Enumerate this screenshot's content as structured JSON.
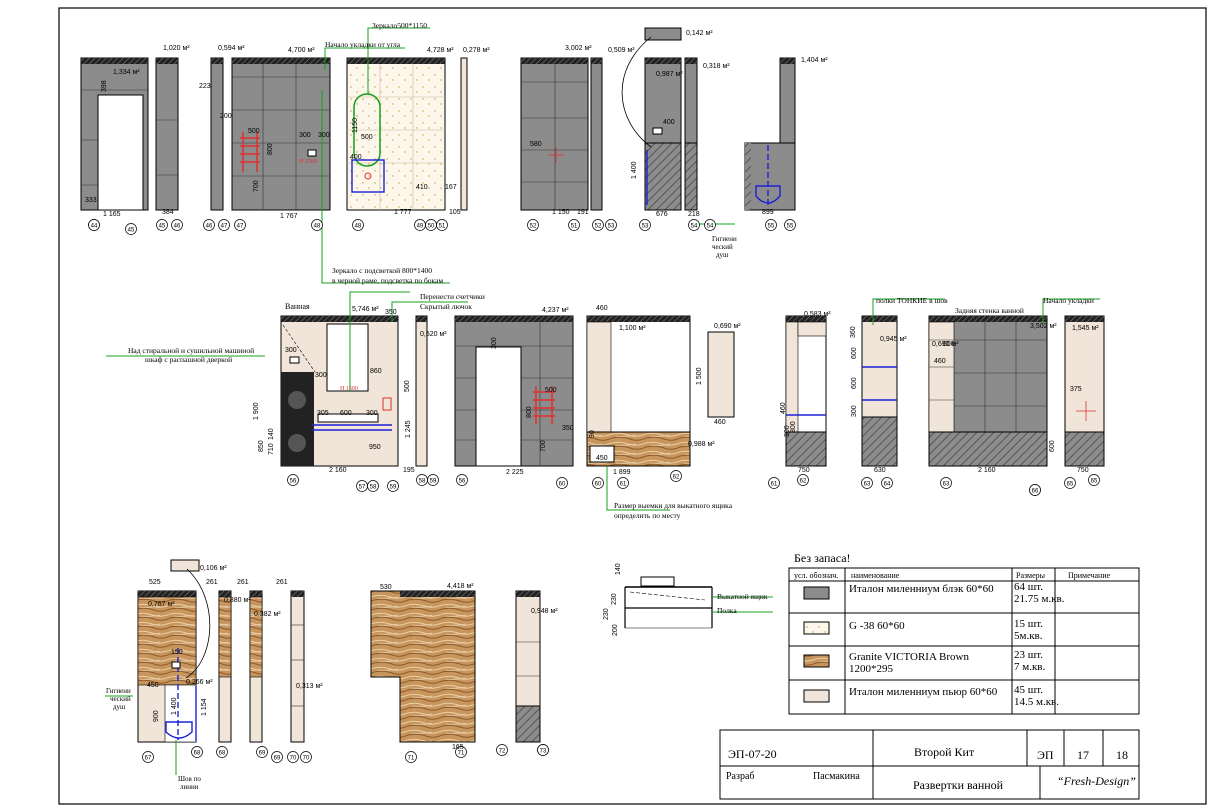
{
  "areas": {
    "r1": [
      "1,020 м²",
      "0,594 м²",
      "4,700 м²",
      "4,728 м²",
      "0,278 м²",
      "3,002 м²",
      "0,509 м²",
      "0,142 м²",
      "0,318 м²",
      "1,404 м²",
      "1,334 м²",
      "0,987 м²"
    ],
    "r2": [
      "5,746 м²",
      "0,520 м²",
      "4,237 м²",
      "1,100 м²",
      "0,690 м²",
      "0,583 м²",
      "0,945 м²",
      "0,690 м²",
      "3,502 м²",
      "1,545 м²",
      "0,988 м²"
    ],
    "r3": [
      "0,106 м²",
      "0,767 м²",
      "0,880 м²",
      "0,382 м²",
      "0,266 м²",
      "0,313 м²",
      "4,418 м²",
      "0,948 м²"
    ]
  },
  "callouts": {
    "mirror1": "Зеркало500*1150",
    "start_corner": "Начало укладки от угла",
    "hygienic_shower": [
      "Гигиени",
      "ческий",
      "душ"
    ],
    "mirror2": [
      "Зеркало с подсветкой 800*1400",
      "в черной раме, подсветка по бокам"
    ],
    "bathroom": "Ванная",
    "move_meters": [
      "Перенести счетчики",
      "Скрытый лючок"
    ],
    "washer": [
      "Над стиральной и сушильной машиной",
      "шкаф с распашной дверкой"
    ],
    "shelves_thin": "полки ТОНКИЕ в шов",
    "back_wall": "Задняя стенка ванной",
    "start_laying": "Начало укладки",
    "drawer_size": [
      "Размер выемки для выкатного ящика",
      "определить по месту"
    ],
    "seam": [
      "Шов по",
      "линии"
    ],
    "drawer": "Выкатной ящик",
    "shelf": "Полка",
    "h1500": "Н 1500"
  },
  "dims": {
    "r1": [
      "1 165",
      "384",
      "1 767",
      "1 777",
      "105",
      "1 150",
      "191",
      "676",
      "218",
      "899",
      "333",
      "398",
      "223",
      "200",
      "500",
      "800",
      "700",
      "300",
      "300",
      "1150",
      "500",
      "400",
      "410",
      "167",
      "580",
      "1 400",
      "400"
    ],
    "r2": [
      "2 160",
      "195",
      "2 225",
      "1 899",
      "750",
      "630",
      "2 160",
      "750",
      "1 900",
      "850",
      "710",
      "140",
      "300",
      "300",
      "305",
      "600",
      "300",
      "950",
      "860",
      "350",
      "500",
      "1 245",
      "500",
      "300",
      "800",
      "700",
      "350",
      "460",
      "1 500",
      "460",
      "460",
      "300",
      "300",
      "360",
      "600",
      "600",
      "300",
      "600",
      "460",
      "375",
      "450",
      "600",
      "90"
    ],
    "r3": [
      "525",
      "261",
      "261",
      "261",
      "150",
      "450",
      "900",
      "1 400",
      "1 154",
      "530",
      "165",
      "140",
      "230",
      "230",
      "200"
    ]
  },
  "axis_tags": {
    "r1": [
      "44",
      "45",
      "45",
      "46",
      "46",
      "47",
      "47",
      "48",
      "48",
      "49",
      "50",
      "51",
      "52",
      "51",
      "52",
      "53",
      "53",
      "54",
      "54",
      "55",
      "55",
      "44"
    ],
    "r2": [
      "56",
      "57",
      "58",
      "59",
      "58",
      "59",
      "56",
      "60",
      "60",
      "61",
      "62",
      "61",
      "62",
      "63",
      "64",
      "63",
      "64",
      "65",
      "65",
      "66"
    ],
    "r3": [
      "67",
      "68",
      "68",
      "69",
      "69",
      "70",
      "70",
      "71",
      "71",
      "72",
      "72",
      "73"
    ]
  },
  "legend": {
    "header": "Без запаса!",
    "columns": [
      "усл. обознач.",
      "наименование",
      "Размеры",
      "Примечание"
    ],
    "rows": [
      {
        "name": [
          "Италон миленниум блэк 60*60"
        ],
        "size": [
          "64 шт.",
          "21.75 м.кв."
        ]
      },
      {
        "name": [
          "G -38 60*60"
        ],
        "size": [
          "15 шт.",
          "5м.кв."
        ]
      },
      {
        "name": [
          "Granite VICTORIA Brown",
          "1200*295"
        ],
        "size": [
          "23 шт.",
          "7 м.кв."
        ]
      },
      {
        "name": [
          "Италон миленниум пьюр 60*60"
        ],
        "size": [
          "45 шт.",
          "14.5 м.кв."
        ]
      }
    ]
  },
  "title_block": {
    "code": "ЭП-07-20",
    "project": "Второй Кит",
    "stage": "ЭП",
    "sheet": "17",
    "sheets": "18",
    "role": "Разраб",
    "author": "Пасмакина",
    "drawing": "Развертки ванной",
    "company": "“Fresh-Design”"
  },
  "colors": {
    "dark_tile": "#8c8c8c",
    "light_tile": "#f1e4d8",
    "g38": "#fdf6ea",
    "wood": "#c8955c",
    "outline": "#000000",
    "green": "#15a11c",
    "blue": "#1a22d6",
    "red": "#e03030"
  }
}
